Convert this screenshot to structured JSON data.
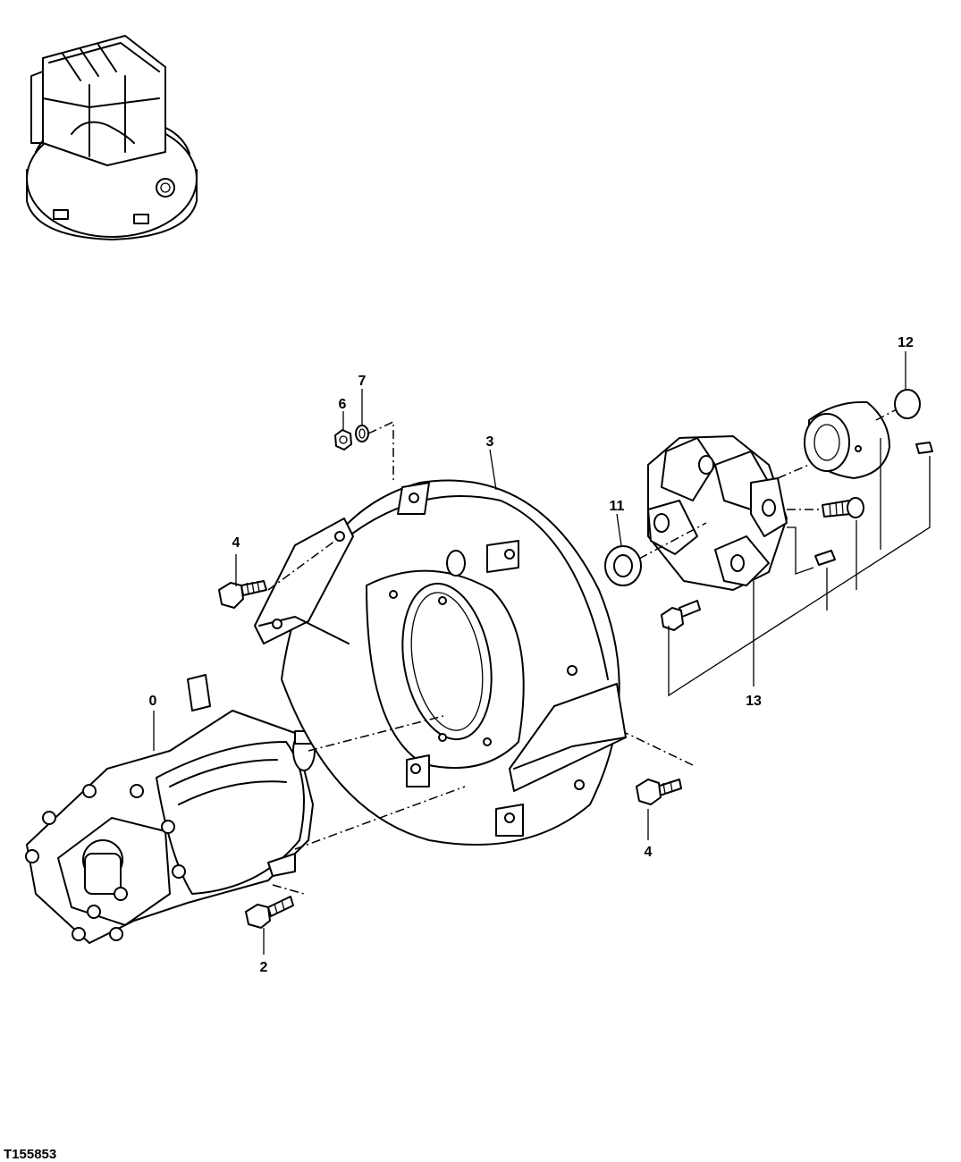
{
  "figure_id": "T155853",
  "callouts": {
    "c0": "0",
    "c2": "2",
    "c3": "3",
    "c4a": "4",
    "c4b": "4",
    "c6": "6",
    "c7": "7",
    "c11": "11",
    "c12": "12",
    "c13": "13"
  },
  "icons": {
    "locator": "machine-overview-icon",
    "pump": "hydraulic-pump-icon",
    "housing": "pump-mount-housing-icon",
    "coupling": "flexible-coupling-icon"
  }
}
